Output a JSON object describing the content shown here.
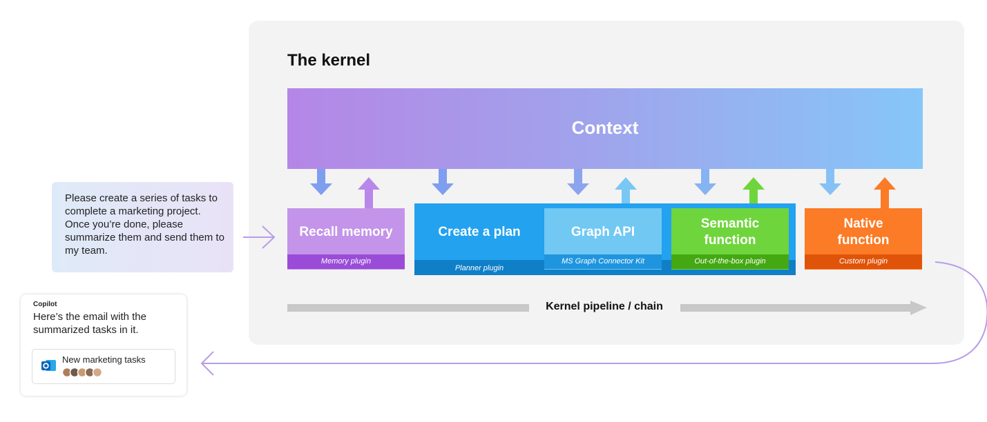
{
  "diagram": {
    "title": "The kernel",
    "context_label": "Context",
    "prompt_text": "Please create a series of tasks to complete a marketing project. Once you’re done, please summarize them and send them to my team.",
    "boxes": {
      "recall_memory": {
        "label": "Recall memory",
        "plugin": "Memory plugin",
        "color": "#c394e9",
        "plugin_color": "#9a4cd8"
      },
      "create_plan": {
        "label": "Create a plan",
        "plugin": "Planner plugin",
        "color": "#22a2ef",
        "plugin_color": "#0f7fc8"
      },
      "graph_api": {
        "label": "Graph API",
        "plugin": "MS Graph Connector Kit",
        "color": "#71c8f3",
        "plugin_color": "#1f95df"
      },
      "semantic_function": {
        "label": "Semantic function",
        "plugin": "Out-of-the-box plugin",
        "color": "#6fd53c",
        "plugin_color": "#44a812"
      },
      "native_function": {
        "label": "Native function",
        "plugin": "Custom plugin",
        "color": "#fb7b26",
        "plugin_color": "#e05409"
      }
    },
    "pipeline_label": "Kernel pipeline / chain",
    "copilot": {
      "name": "Copilot",
      "message": "Here’s the email with the summarized tasks in it.",
      "email_title": "New marketing tasks",
      "app_icon": "outlook-icon",
      "avatars": [
        "avatar",
        "avatar",
        "avatar",
        "avatar",
        "avatar"
      ]
    },
    "colors": {
      "down_arrow": "#7f9ef0",
      "up_arrow_memory": "#b987ea",
      "up_arrow_graph": "#78c8f3",
      "up_arrow_semantic": "#6fd53c",
      "up_arrow_native": "#fb7b26",
      "pipeline_bar": "#c8c8c8",
      "flow_line": "#b89ce6"
    }
  }
}
